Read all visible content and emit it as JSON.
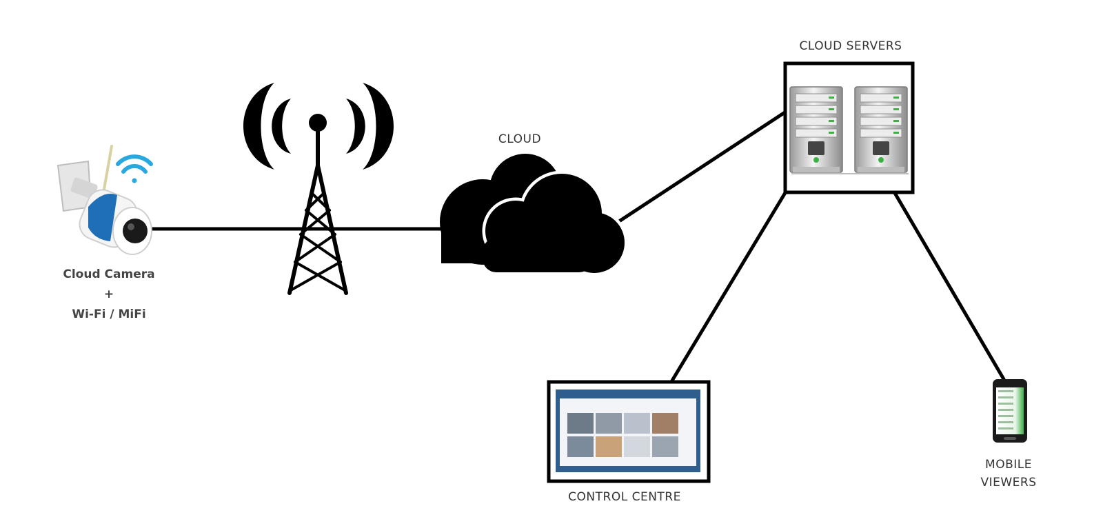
{
  "labels": {
    "camera_line1": "Cloud Camera",
    "camera_line2": "+",
    "camera_line3": "Wi-Fi / MiFi",
    "cloud": "CLOUD",
    "cloud_servers": "CLOUD SERVERS",
    "control_centre": "CONTROL CENTRE",
    "mobile_line1": "MOBILE",
    "mobile_line2": "VIEWERS"
  },
  "colors": {
    "line": "#000000",
    "wifi": "#29a8e0",
    "camera_band": "#1f6fb8",
    "server_led": "#3cb043",
    "screen_frame": "#2f5d8c"
  }
}
